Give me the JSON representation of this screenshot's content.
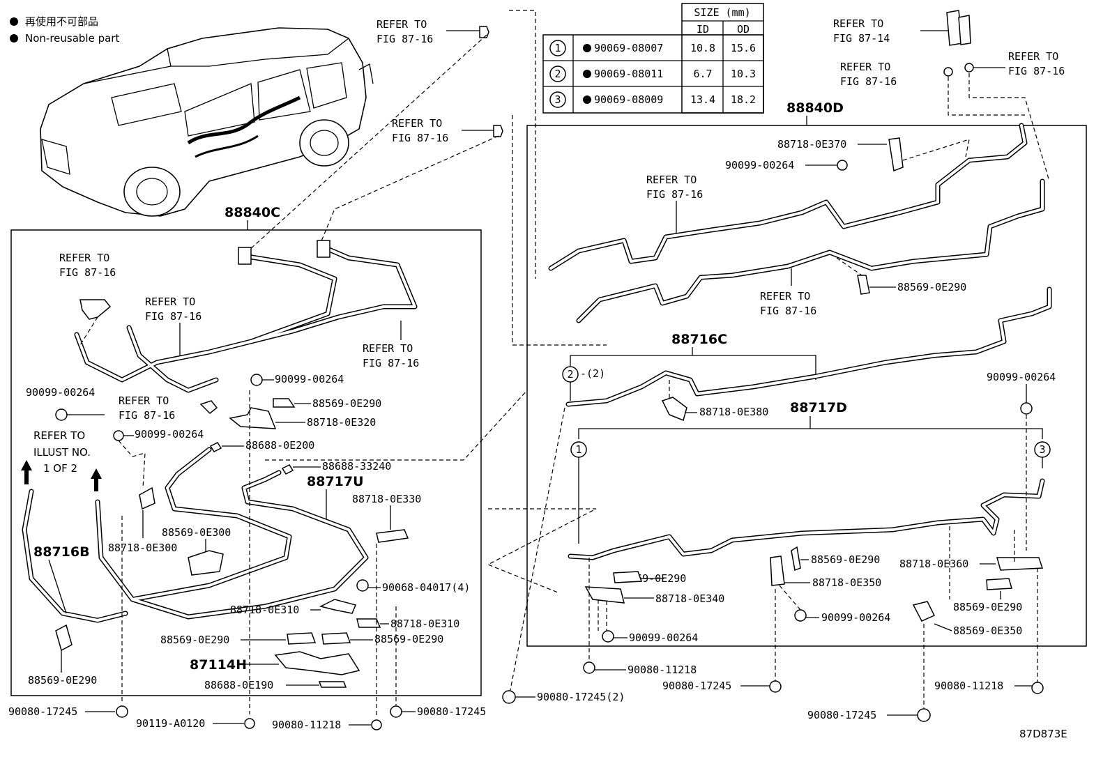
{
  "legend": {
    "line_jp": "再使用不可部品",
    "line_en": "Non-reusable part"
  },
  "size_table": {
    "title": "SIZE (mm)",
    "col_id": "ID",
    "col_od": "OD",
    "rows": [
      {
        "num": "1",
        "part": "90069-08007",
        "id": "10.8",
        "od": "15.6"
      },
      {
        "num": "2",
        "part": "90069-08011",
        "id": "6.7",
        "od": "10.3"
      },
      {
        "num": "3",
        "part": "90069-08009",
        "id": "13.4",
        "od": "18.2"
      }
    ]
  },
  "refer": {
    "line1": "REFER TO",
    "fig_87_16": "FIG 87-16",
    "fig_87_14": "FIG 87-14",
    "illust_line2": "ILLUST NO.",
    "illust_line3": "1 OF 2"
  },
  "assemblies": {
    "a88840C": "88840C",
    "a88840D": "88840D",
    "a88716C": "88716C",
    "a88717D": "88717D",
    "a88717U": "88717U",
    "a88716B": "88716B",
    "a87114H": "87114H"
  },
  "parts": {
    "p90099_00264": "90099-00264",
    "p88569_0E290": "88569-0E290",
    "p88718_0E320": "88718-0E320",
    "p88688_0E200": "88688-0E200",
    "p88688_33240": "88688-33240",
    "p88718_0E330": "88718-0E330",
    "p88569_0E300": "88569-0E300",
    "p88718_0E300": "88718-0E300",
    "p90068_04017": "90068-04017(4)",
    "p88718_0E310": "88718-0E310",
    "p88688_0E190": "88688-0E190",
    "p90080_17245": "90080-17245",
    "p90080_17245_2": "90080-17245(2)",
    "p90119_A0120": "90119-A0120",
    "p90080_11218": "90080-11218",
    "p88718_0E370": "88718-0E370",
    "p88718_0E380": "88718-0E380",
    "p88718_0E360": "88718-0E360",
    "p88718_0E350": "88718-0E350",
    "p88718_0E340": "88718-0E340",
    "p88569_0E350": "88569-0E350",
    "qty2": "-(2)"
  },
  "callouts": {
    "c1": "1",
    "c2": "2",
    "c3": "3"
  },
  "figure_id": "87D873E"
}
